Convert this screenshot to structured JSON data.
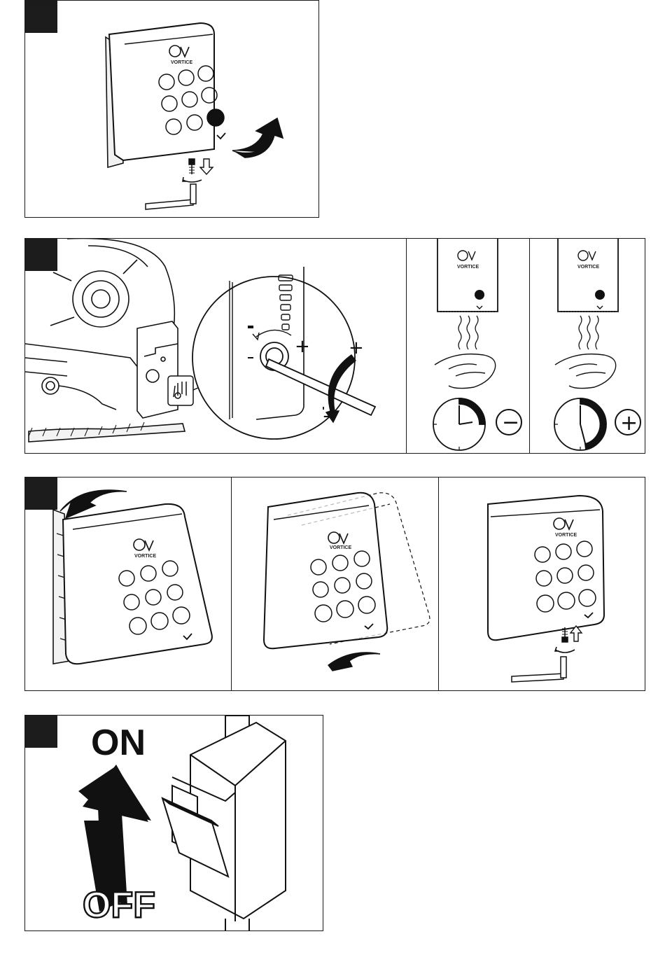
{
  "brand": {
    "name": "VORTICE"
  },
  "steps": [
    {
      "id": "step-1",
      "badge": ""
    },
    {
      "id": "step-2",
      "badge": ""
    },
    {
      "id": "step-3",
      "badge": ""
    },
    {
      "id": "step-4",
      "badge": ""
    }
  ],
  "adjust": {
    "plus": "+",
    "minus": "−"
  },
  "timer": {
    "decrease_symbol": "−",
    "increase_symbol": "+"
  },
  "switch": {
    "on_label": "ON",
    "off_label": "OFF"
  }
}
